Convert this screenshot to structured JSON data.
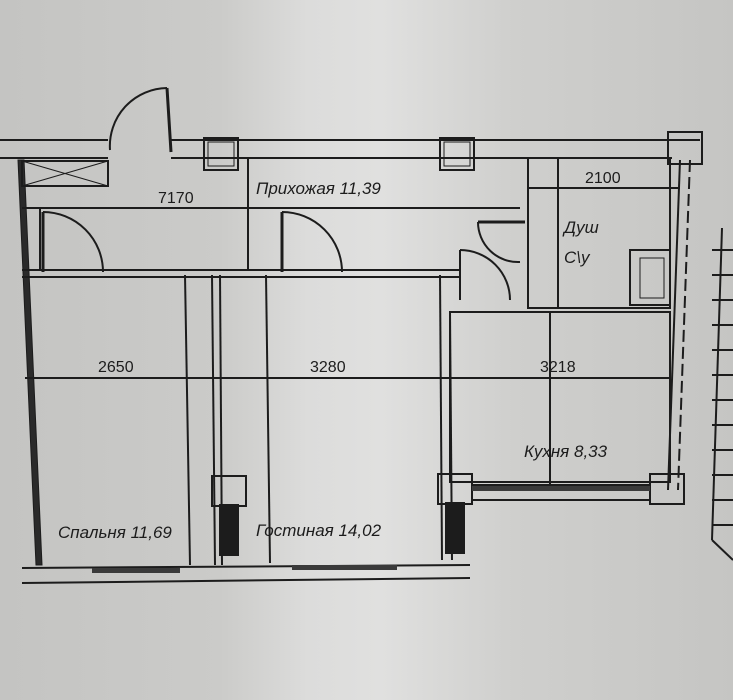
{
  "plan": {
    "rooms": [
      {
        "name": "Прихожая",
        "area": "11,39",
        "label": "Прихожая 11,39"
      },
      {
        "name": "Душ",
        "sub": "С\\у",
        "label_line1": "Душ",
        "label_line2": "С\\у"
      },
      {
        "name": "Спальня",
        "area": "11,69",
        "label": "Спальня 11,69"
      },
      {
        "name": "Гостиная",
        "area": "14,02",
        "label": "Гостиная  14,02"
      },
      {
        "name": "Кухня",
        "area": "8,33",
        "label": "Кухня  8,33"
      }
    ],
    "dimensions": {
      "hall_length": "7170",
      "bath_width": "2100",
      "bedroom_width": "2650",
      "living_width": "3280",
      "kitchen_width": "3218"
    },
    "colors": {
      "line": "#1c1c1c",
      "paper": "#d4d4d2",
      "window_fill": "#3a3a3a"
    }
  }
}
